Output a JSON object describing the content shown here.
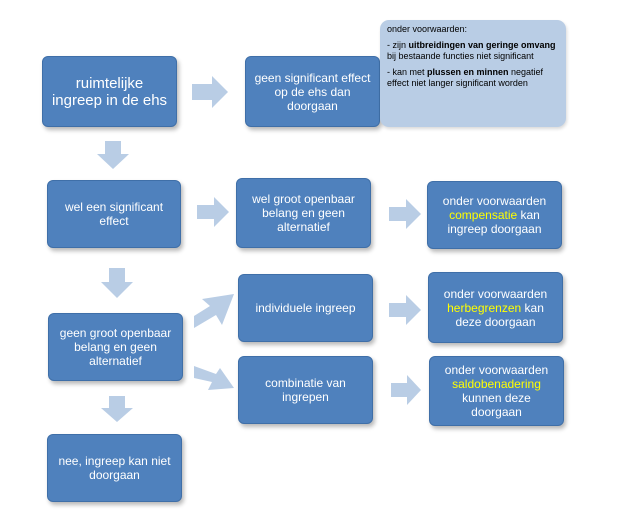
{
  "colors": {
    "box_fill": "#4f81bd",
    "note_fill": "#b9cde5",
    "arrow_fill": "#b9cde5",
    "highlight": "#ffff00"
  },
  "boxes": {
    "ruimtelijke": "ruimtelijke ingreep in de ehs",
    "geen_significant": "geen significant effect op de ehs dan doorgaan",
    "wel_significant": "wel een significant effect",
    "wel_groot": "wel groot openbaar belang en geen alternatief",
    "compensatie": {
      "before": "onder voorwaarden ",
      "highlight": "compensatie",
      "after": " kan ingreep doorgaan"
    },
    "geen_groot": "geen groot openbaar belang en geen alternatief",
    "individuele": "individuele ingreep",
    "herbegrenzen": {
      "before": "onder voorwaarden ",
      "highlight": "herbegrenzen",
      "after": " kan deze doorgaan"
    },
    "combinatie": "combinatie van ingrepen",
    "saldo": {
      "before": "onder voorwaarden ",
      "highlight": "saldobenadering",
      "after": " kunnen deze doorgaan"
    },
    "nee": "nee, ingreep kan niet doorgaan"
  },
  "note": {
    "title": "onder voorwaarden:",
    "item1": {
      "prefix": "-  zijn ",
      "bold": "uitbreidingen  van geringe omvang",
      "suffix": " bij bestaande functies niet significant"
    },
    "item2": {
      "prefix": "- kan met ",
      "bold": "plussen en minnen",
      "suffix": " negatief effect niet langer significant  worden"
    }
  }
}
